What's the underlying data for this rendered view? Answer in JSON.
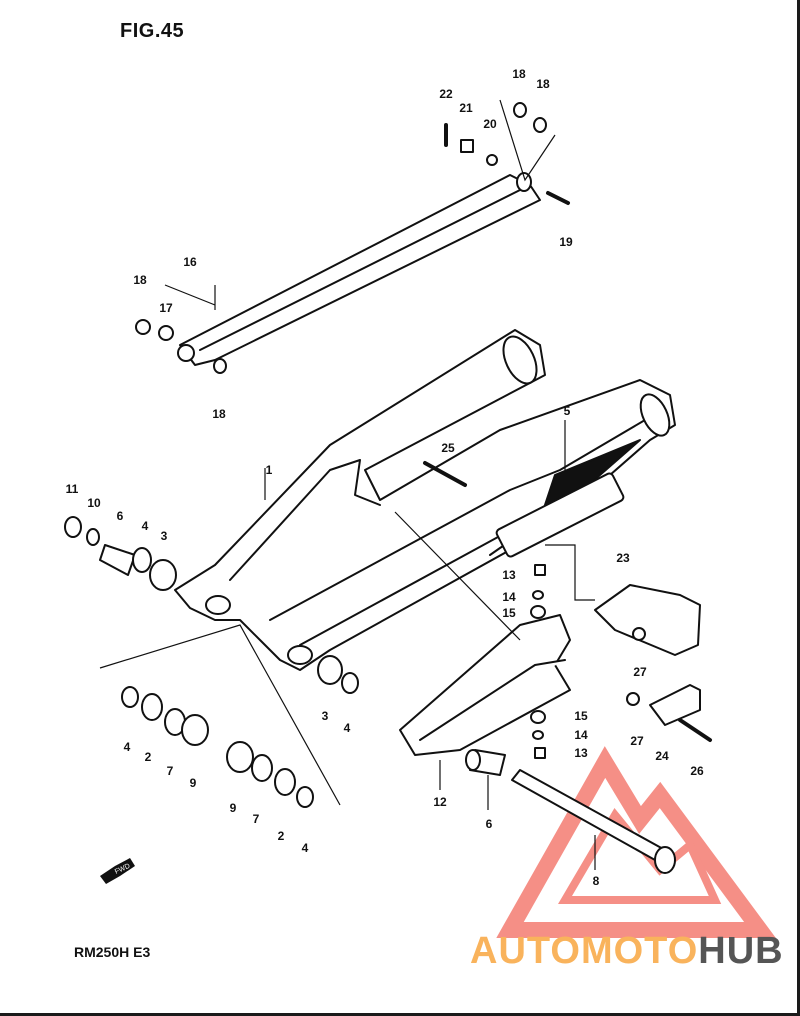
{
  "figure": {
    "title": "FIG.45",
    "model": "RM250H E3",
    "fwd_label": "FWD"
  },
  "watermark": {
    "part1": "AUTOMOTO",
    "part2": "HUB",
    "color1": "#f9b35c",
    "color2": "#555555",
    "triangle_color": "#f26a5e"
  },
  "callouts": [
    "22",
    "21",
    "20",
    "18",
    "18",
    "19",
    "16",
    "18",
    "17",
    "18",
    "1",
    "5",
    "25",
    "11",
    "10",
    "6",
    "4",
    "3",
    "13",
    "14",
    "15",
    "23",
    "27",
    "3",
    "4",
    "4",
    "2",
    "7",
    "9",
    "9",
    "7",
    "2",
    "4",
    "12",
    "6",
    "15",
    "14",
    "13",
    "27",
    "24",
    "26",
    "8"
  ]
}
